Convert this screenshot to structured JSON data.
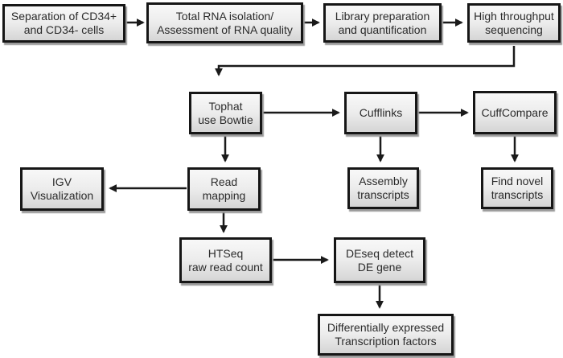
{
  "diagram": {
    "type": "flowchart",
    "colors": {
      "background": "#ffffff",
      "box_border": "#161616",
      "box_fill_top": "#f8f8f8",
      "box_fill_bottom": "#d5d5d5",
      "arrow": "#1a1a1a",
      "text": "#2b2b2b",
      "shadow": "#9b9b9b"
    },
    "nodes": {
      "separation": {
        "label": "Separation of CD34+\nand CD34- cells"
      },
      "rna_isolation": {
        "label": "Total RNA isolation/\nAssessment of RNA quality"
      },
      "library_prep": {
        "label": "Library preparation\nand quantification"
      },
      "sequencing": {
        "label": "High throughput\nsequencing"
      },
      "tophat": {
        "label": "Tophat\nuse Bowtie"
      },
      "cufflinks": {
        "label": "Cufflinks"
      },
      "cuffcompare": {
        "label": "CuffCompare"
      },
      "igv": {
        "label": "IGV\nVisualization"
      },
      "read_mapping": {
        "label": "Read\nmapping"
      },
      "assembly": {
        "label": "Assembly\ntranscripts"
      },
      "find_novel": {
        "label": "Find novel\ntranscripts"
      },
      "htseq": {
        "label": "HTSeq\nraw read count"
      },
      "deseq": {
        "label": "DEseq detect\nDE gene"
      },
      "diff_expressed": {
        "label": "Differentially expressed\nTranscription factors"
      }
    },
    "edges": [
      {
        "from": "separation",
        "to": "rna_isolation"
      },
      {
        "from": "rna_isolation",
        "to": "library_prep"
      },
      {
        "from": "library_prep",
        "to": "sequencing"
      },
      {
        "from": "sequencing",
        "to": "tophat"
      },
      {
        "from": "tophat",
        "to": "cufflinks"
      },
      {
        "from": "cufflinks",
        "to": "cuffcompare"
      },
      {
        "from": "tophat",
        "to": "read_mapping"
      },
      {
        "from": "cufflinks",
        "to": "assembly"
      },
      {
        "from": "cuffcompare",
        "to": "find_novel"
      },
      {
        "from": "read_mapping",
        "to": "igv"
      },
      {
        "from": "read_mapping",
        "to": "htseq"
      },
      {
        "from": "htseq",
        "to": "deseq"
      },
      {
        "from": "deseq",
        "to": "diff_expressed"
      }
    ]
  }
}
